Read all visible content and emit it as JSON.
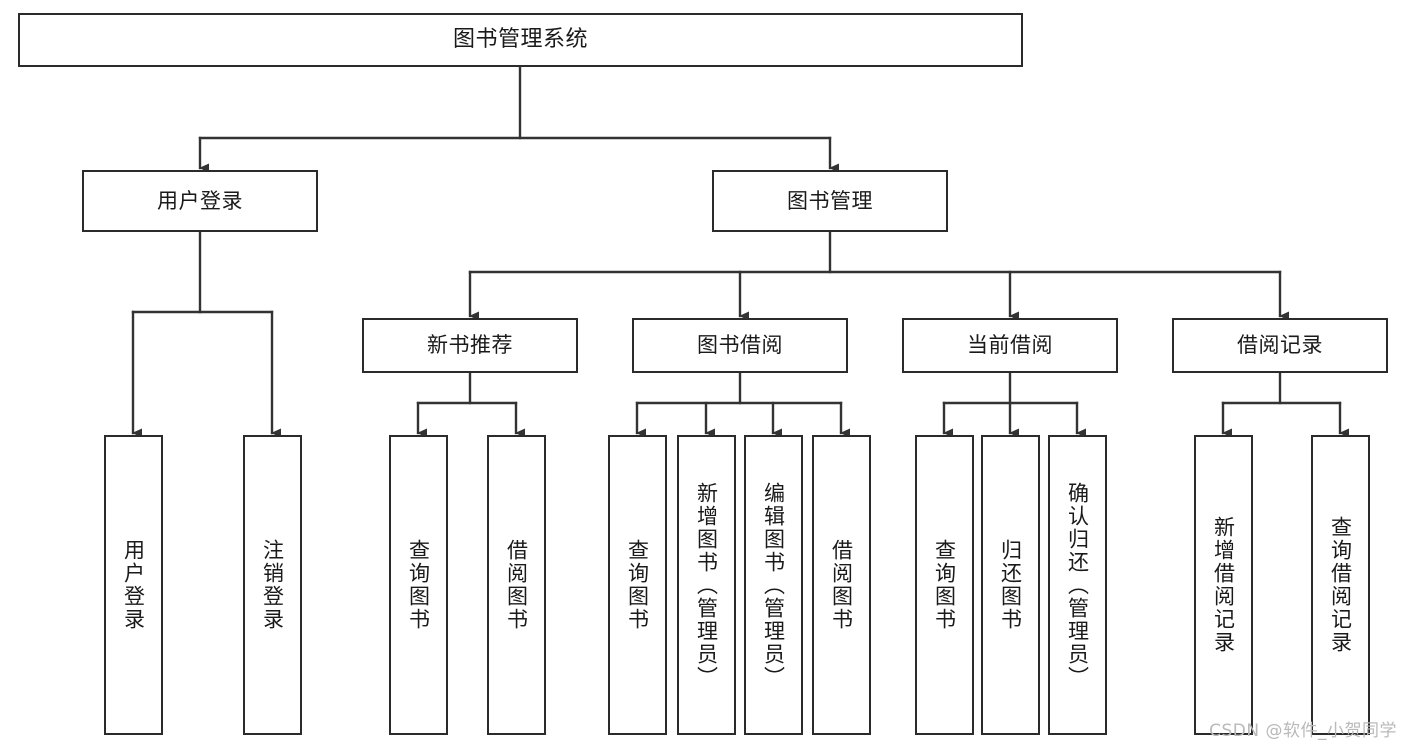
{
  "diagram": {
    "type": "tree-hierarchy-chart",
    "title": "图书管理系统",
    "watermark": "CSDN @软件_小贺同学",
    "colors": {
      "box_border": "#2b2b2b",
      "box_fill": "#ffffff",
      "connector": "#333333",
      "text": "#1a1a1a",
      "watermark": "#b9b9b9"
    },
    "levels": {
      "root": {
        "label": "图书管理系统"
      },
      "level2": [
        {
          "label": "用户登录"
        },
        {
          "label": "图书管理"
        }
      ],
      "level3": [
        {
          "label": "新书推荐"
        },
        {
          "label": "图书借阅"
        },
        {
          "label": "当前借阅"
        },
        {
          "label": "借阅记录"
        }
      ],
      "leaves": {
        "user_login": [
          {
            "label": "用户登录"
          },
          {
            "label": "注销登录"
          }
        ],
        "new_book_recommend": [
          {
            "label": "查询图书"
          },
          {
            "label": "借阅图书"
          }
        ],
        "book_borrow": [
          {
            "label": "查询图书"
          },
          {
            "label": "新增图书（管理员）"
          },
          {
            "label": "编辑图书（管理员）"
          },
          {
            "label": "借阅图书"
          }
        ],
        "current_borrow": [
          {
            "label": "查询图书"
          },
          {
            "label": "归还图书"
          },
          {
            "label": "确认归还（管理员）"
          }
        ],
        "borrow_record": [
          {
            "label": "新增借阅记录"
          },
          {
            "label": "查询借阅记录"
          }
        ]
      }
    }
  }
}
